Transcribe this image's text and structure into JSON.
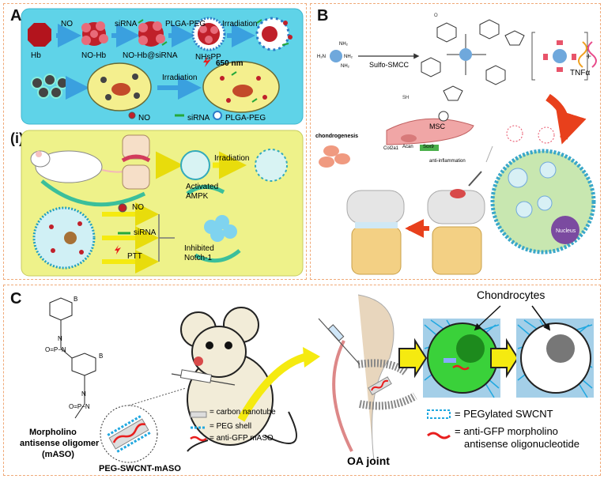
{
  "panels": {
    "a": {
      "letter": "A",
      "hb": "Hb",
      "no_arrow": "NO",
      "no_hb": "NO-Hb",
      "sirna_arrow": "siRNA",
      "no_hb_sirna": "NO-Hb@siRNA",
      "plga_peg_arrow": "PLGA-PEG",
      "nhspp": "NHsPP",
      "irradiation": "Irradiation",
      "nm650": "650 nm",
      "irradiation2": "Irradiation",
      "legend_no": "NO",
      "legend_sirna": "siRNA",
      "legend_plga": "PLGA-PEG"
    },
    "i": {
      "letter": "(i)",
      "irradiation": "Irradiation",
      "activated": "Activated",
      "ampk": "AMPK",
      "no": "NO",
      "sirna": "siRNA",
      "ptt": "PTT",
      "inhibited": "Inhibited",
      "notch": "Notch-1"
    },
    "b": {
      "letter": "B",
      "reagent": "Sulfo-SMCC",
      "tnfa": "TNFα",
      "chondrogenesis": "chondrogenesis",
      "msc": "MSC",
      "col2a1": "Col2a1",
      "acan": "Acan",
      "sox9": "Sox9",
      "anti_inflammation": "anti-inflammation",
      "nucleus": "Nucleus"
    },
    "c": {
      "letter": "C",
      "morph_line1": "Morpholino",
      "morph_line2": "antisense oligomer",
      "morph_line3": "(mASO)",
      "peg_swcnt": "PEG-SWCNT-mASO",
      "legend_cnt": "= carbon nanotube",
      "legend_peg": "= PEG shell",
      "legend_aso": "= anti-GFP mASO",
      "oa_joint": "OA joint",
      "chondrocytes": "Chondrocytes",
      "legend2_peg": "= PEGylated SWCNT",
      "legend2_aso_1": "= anti-GFP morpholino",
      "legend2_aso_2": "antisense oligonucleotide"
    }
  },
  "colors": {
    "panel_border": "#f0a978",
    "cyan_bg": "#5fd3e8",
    "yellow_bg": "#eef28a",
    "arrow_blue": "#3aa0df",
    "arrow_yellow": "#f5ea10",
    "red_arrow": "#e8401c",
    "green_cell": "#3ad13a",
    "cnt_blue": "#21a8e0"
  }
}
